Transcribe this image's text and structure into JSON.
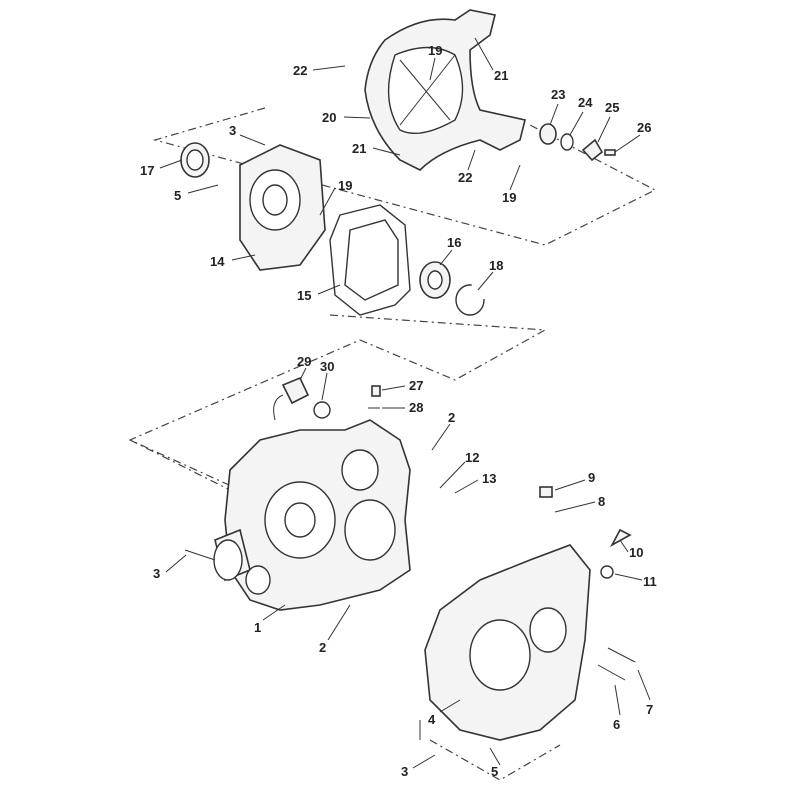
{
  "diagram": {
    "title": "Crankcase exploded parts diagram",
    "callouts": [
      {
        "id": "c22a",
        "text": "22"
      },
      {
        "id": "c19a",
        "text": "19"
      },
      {
        "id": "c21a",
        "text": "21"
      },
      {
        "id": "c20",
        "text": "20"
      },
      {
        "id": "c23",
        "text": "23"
      },
      {
        "id": "c24",
        "text": "24"
      },
      {
        "id": "c25",
        "text": "25"
      },
      {
        "id": "c26",
        "text": "26"
      },
      {
        "id": "c21b",
        "text": "21"
      },
      {
        "id": "c22b",
        "text": "22"
      },
      {
        "id": "c19b",
        "text": "19"
      },
      {
        "id": "c3a",
        "text": "3"
      },
      {
        "id": "c17",
        "text": "17"
      },
      {
        "id": "c5a",
        "text": "5"
      },
      {
        "id": "c19c",
        "text": "19"
      },
      {
        "id": "c14",
        "text": "14"
      },
      {
        "id": "c16",
        "text": "16"
      },
      {
        "id": "c18",
        "text": "18"
      },
      {
        "id": "c15",
        "text": "15"
      },
      {
        "id": "c29",
        "text": "29"
      },
      {
        "id": "c30",
        "text": "30"
      },
      {
        "id": "c27",
        "text": "27"
      },
      {
        "id": "c28",
        "text": "28"
      },
      {
        "id": "c2a",
        "text": "2"
      },
      {
        "id": "c12",
        "text": "12"
      },
      {
        "id": "c13",
        "text": "13"
      },
      {
        "id": "c3b",
        "text": "3"
      },
      {
        "id": "c1",
        "text": "1"
      },
      {
        "id": "c2b",
        "text": "2"
      },
      {
        "id": "c9",
        "text": "9"
      },
      {
        "id": "c8",
        "text": "8"
      },
      {
        "id": "c10",
        "text": "10"
      },
      {
        "id": "c11",
        "text": "11"
      },
      {
        "id": "c4",
        "text": "4"
      },
      {
        "id": "c6",
        "text": "6"
      },
      {
        "id": "c7",
        "text": "7"
      },
      {
        "id": "c3c",
        "text": "3"
      },
      {
        "id": "c5b",
        "text": "5"
      }
    ]
  }
}
